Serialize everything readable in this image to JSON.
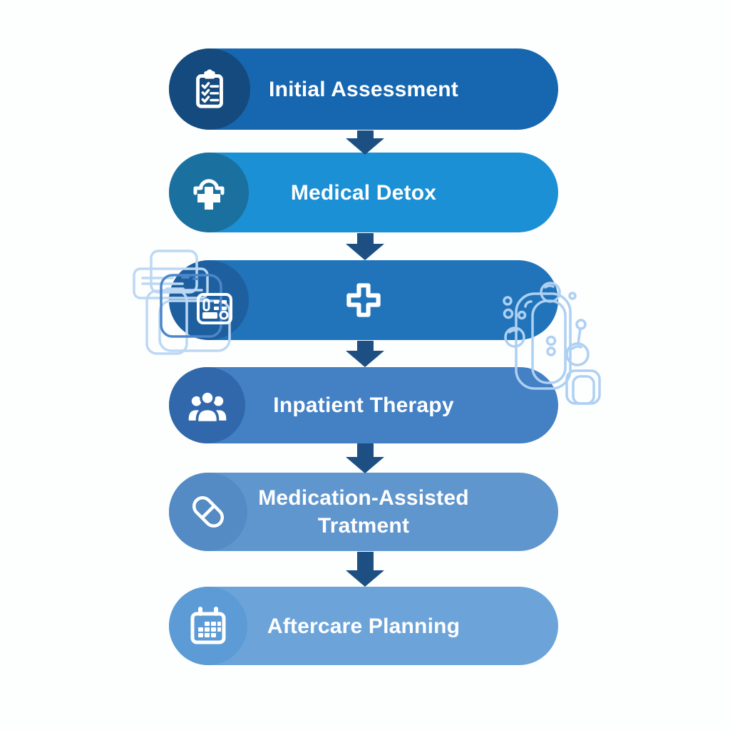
{
  "page": {
    "background_color": "#fdfefe",
    "type_label": "treatment-process-flowchart"
  },
  "flow": {
    "text_color": "#ffffff",
    "arrow_color": "#1d4f82",
    "stages": [
      {
        "label": "Initial Assessment",
        "icon": "clipboard-checklist-icon",
        "bar_color": "#1767b0",
        "circle_color": "#154a7e"
      },
      {
        "label": "Medical Detox",
        "icon": "medical-cross-cap-icon",
        "bar_color": "#1c90d4",
        "circle_color": "#1a709f"
      },
      {
        "label": "",
        "icon": "plus-outline-icon",
        "bar_color": "#2174ba",
        "circle_color": "#1e609f"
      },
      {
        "label": "Inpatient Therapy",
        "icon": "people-group-icon",
        "bar_color": "#4380c4",
        "circle_color": "#3168ac"
      },
      {
        "label": "Medication-Assisted Tratment",
        "icon": "pill-capsule-icon",
        "bar_color": "#6096ce",
        "circle_color": "#548bc4"
      },
      {
        "label": "Aftercare Planning",
        "icon": "calendar-icon",
        "bar_color": "#6ca4da",
        "circle_color": "#5c9bd6"
      }
    ]
  },
  "decorations": {
    "left": {
      "name": "printer-documents-line-art",
      "line_color": "#bcd8f4",
      "accent_color": "#4d86ca",
      "device_color": "#ffffff"
    },
    "right": {
      "name": "bubbles-vials-line-art",
      "line_color": "#aed0f2"
    }
  }
}
